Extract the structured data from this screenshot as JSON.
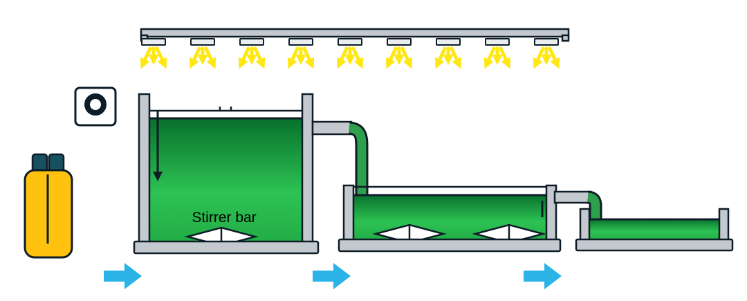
{
  "labels": {
    "stirrer_bar": "Stirrer bar"
  },
  "icons": [
    "lamp-icon",
    "light-ray-icon",
    "pump-icon",
    "media-bottle-icon",
    "stirrer-bar-icon",
    "flow-arrow-icon",
    "dip-tube-arrow-icon",
    "probe-icon"
  ],
  "counts": {
    "lamps": 9,
    "tanks": 3,
    "tank1_stirrers": 1,
    "tank2_stirrers": 2,
    "flow_arrows": 3,
    "bottle_caps": 2
  },
  "colors": {
    "outline": "#0e1c27",
    "steel": "#c3c9ce",
    "steel-light": "#ebeef0",
    "ray-yellow": "#ffe714",
    "bottle-yellow": "#ffc20e",
    "cap-teal": "#175061",
    "green-top": "#086f2c",
    "green-mid": "#2dc253",
    "green-bottom": "#23ad47",
    "pipe-green": "#2da04b",
    "arrow-cyan": "#2bb3e8",
    "stirrer-white": "#ffffff",
    "label-ink": "#000000",
    "background": "#ffffff"
  }
}
